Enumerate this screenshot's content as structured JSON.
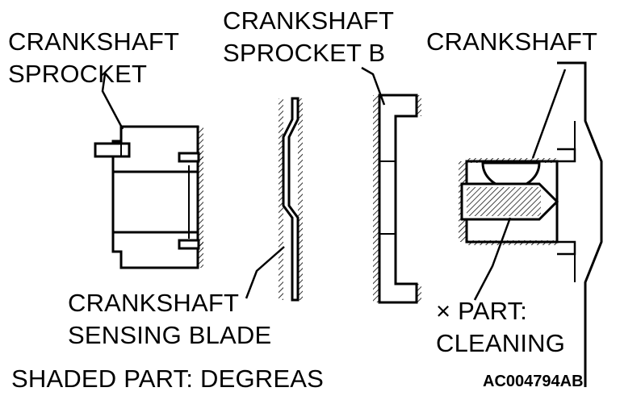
{
  "labels": {
    "sprocket": {
      "line1": "CRANKSHAFT",
      "line2": "SPROCKET"
    },
    "sprocket_b": {
      "line1": "CRANKSHAFT",
      "line2": "SPROCKET B"
    },
    "crankshaft": "CRANKSHAFT",
    "sensing_blade": {
      "line1": "CRANKSHAFT",
      "line2": "SENSING BLADE"
    },
    "part_cleaning": {
      "line1": "× PART:",
      "line2": "CLEANING"
    },
    "shaded_note": "SHADED PART: DEGREAS",
    "figure_code": "AC004794AB"
  }
}
